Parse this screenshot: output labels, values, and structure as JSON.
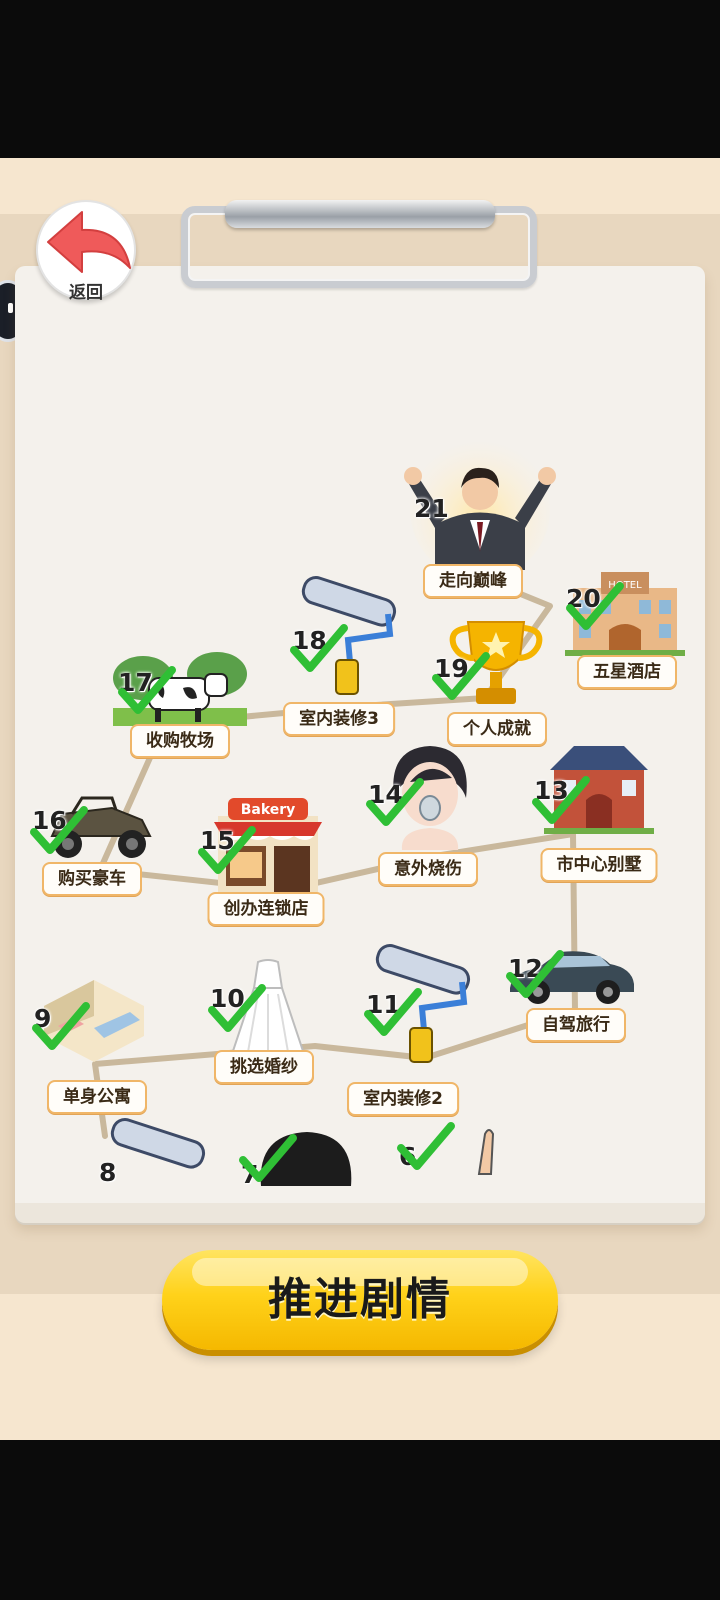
{
  "header": {
    "back_label": "返回"
  },
  "nodes": [
    {
      "id": "n21",
      "number": "21",
      "label": "走向巅峰",
      "done": false,
      "icon": "success-man-icon"
    },
    {
      "id": "n20",
      "number": "20",
      "label": "五星酒店",
      "done": true,
      "icon": "hotel-icon"
    },
    {
      "id": "n19",
      "number": "19",
      "label": "个人成就",
      "done": true,
      "icon": "trophy-icon"
    },
    {
      "id": "n18",
      "number": "18",
      "label": "室内装修3",
      "done": true,
      "icon": "paint-roller-icon"
    },
    {
      "id": "n17",
      "number": "17",
      "label": "收购牧场",
      "done": true,
      "icon": "cow-farm-icon"
    },
    {
      "id": "n16",
      "number": "16",
      "label": "购买豪车",
      "done": true,
      "icon": "offroad-car-icon"
    },
    {
      "id": "n15",
      "number": "15",
      "label": "创办连锁店",
      "done": true,
      "icon": "bakery-icon",
      "sign": "Bakery"
    },
    {
      "id": "n14",
      "number": "14",
      "label": "意外烧伤",
      "done": true,
      "icon": "injured-woman-icon"
    },
    {
      "id": "n13",
      "number": "13",
      "label": "市中心别墅",
      "done": true,
      "icon": "villa-icon"
    },
    {
      "id": "n12",
      "number": "12",
      "label": "自驾旅行",
      "done": true,
      "icon": "sedan-car-icon"
    },
    {
      "id": "n11",
      "number": "11",
      "label": "室内装修2",
      "done": true,
      "icon": "paint-roller-icon"
    },
    {
      "id": "n10",
      "number": "10",
      "label": "挑选婚纱",
      "done": true,
      "icon": "wedding-dress-icon"
    },
    {
      "id": "n9",
      "number": "9",
      "label": "单身公寓",
      "done": true,
      "icon": "apartment-room-icon"
    },
    {
      "id": "n8",
      "number": "8",
      "label": "",
      "done": true,
      "icon": "paint-roller-icon"
    },
    {
      "id": "n7",
      "number": "7",
      "label": "",
      "done": true,
      "icon": "man-portrait-icon"
    },
    {
      "id": "n6",
      "number": "6",
      "label": "",
      "done": true,
      "icon": "pointing-hand-icon"
    }
  ],
  "footer": {
    "advance_label": "推进剧情"
  },
  "colors": {
    "accent": "#ffd21a",
    "check": "#2fbf35",
    "label_border": "#f0b668",
    "path": "#c9b89c"
  }
}
